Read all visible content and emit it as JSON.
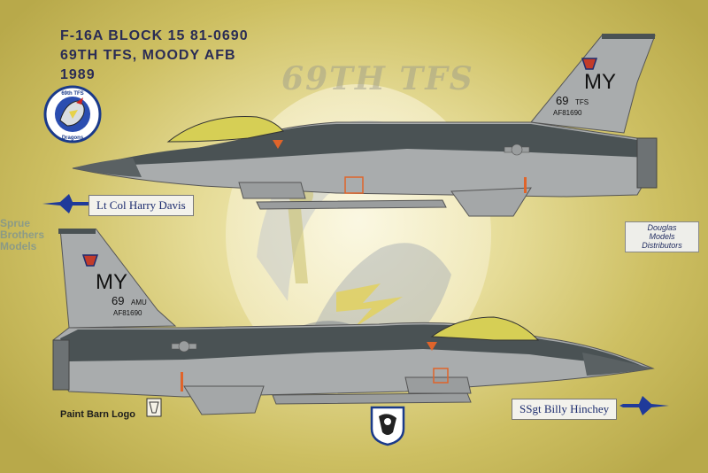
{
  "title": {
    "line1": "F-16A BLOCK 15 81-0690",
    "line2": "69TH TFS, MOODY AFB",
    "line3": "1989"
  },
  "background_watermark": "69TH TFS",
  "squadron_patch": {
    "top_text": "69th TFS",
    "bottom_text": "Dragons"
  },
  "upper_aircraft": {
    "tail_code": "MY",
    "tail_number": "69",
    "tail_unit": "TFS",
    "serial": "AF81690",
    "pilot_name": "Lt Col Harry Davis"
  },
  "lower_aircraft": {
    "tail_code": "MY",
    "tail_number": "69",
    "tail_unit": "AMU",
    "serial": "AF81690",
    "crew_chief_name": "SSgt Billy Hinchey"
  },
  "credits": {
    "paint_barn": "Paint Barn Logo",
    "distributor_line1": "Douglas",
    "distributor_line2": "Models",
    "distributor_line3": "Distributors",
    "sprue_line1": "Sprue",
    "sprue_line2": "Brothers",
    "sprue_line3": "Models"
  },
  "colors": {
    "background": "#d8cc7a",
    "aircraft_light_gray": "#a9acad",
    "aircraft_dark_gray": "#4a5254",
    "title_text": "#2a2c55",
    "marking_orange": "#e0642a",
    "canopy": "#d6cf55"
  }
}
